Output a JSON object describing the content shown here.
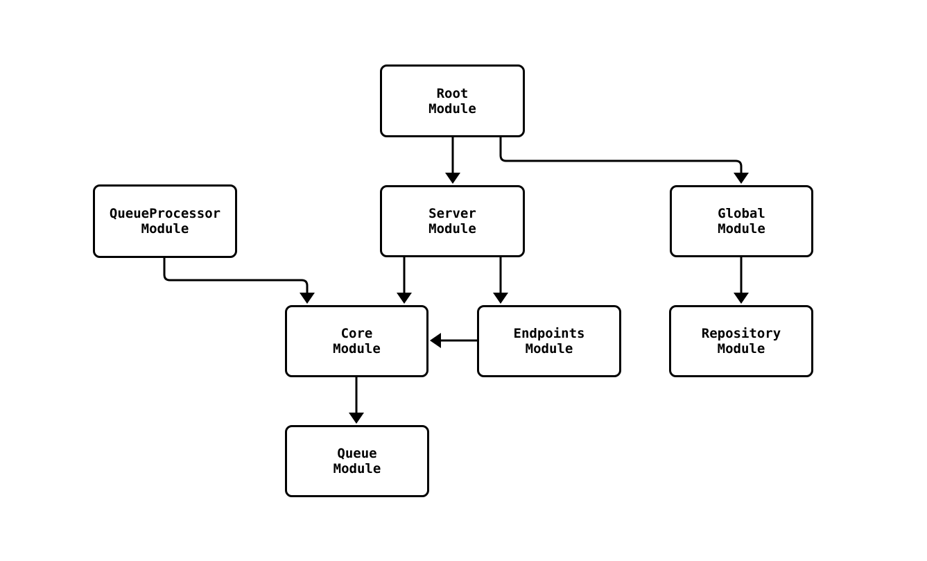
{
  "diagram": {
    "type": "module-dependency-flowchart",
    "nodes": [
      {
        "id": "root",
        "label": "Root\nModule"
      },
      {
        "id": "queueprocessor",
        "label": "QueueProcessor\nModule"
      },
      {
        "id": "server",
        "label": "Server\nModule"
      },
      {
        "id": "global",
        "label": "Global\nModule"
      },
      {
        "id": "core",
        "label": "Core\nModule"
      },
      {
        "id": "endpoints",
        "label": "Endpoints\nModule"
      },
      {
        "id": "repository",
        "label": "Repository\nModule"
      },
      {
        "id": "queue",
        "label": "Queue\nModule"
      }
    ],
    "edges": [
      {
        "from": "root",
        "to": "server"
      },
      {
        "from": "root",
        "to": "global"
      },
      {
        "from": "queueprocessor",
        "to": "core"
      },
      {
        "from": "server",
        "to": "core"
      },
      {
        "from": "server",
        "to": "endpoints"
      },
      {
        "from": "endpoints",
        "to": "core"
      },
      {
        "from": "global",
        "to": "repository"
      },
      {
        "from": "core",
        "to": "queue"
      }
    ],
    "colors": {
      "background": "#ffffff",
      "node_fill": "#ffffff",
      "node_border": "#000000",
      "text": "#000000",
      "edge": "#000000"
    }
  }
}
